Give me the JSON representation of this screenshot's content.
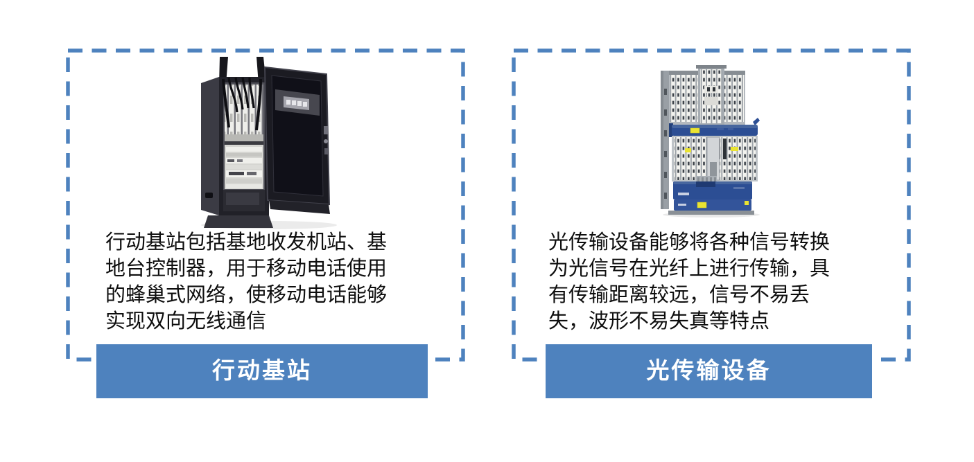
{
  "accent_color": "#4E82BE",
  "page": {
    "background": "#ffffff"
  },
  "panels": {
    "left": {
      "image": "mobile-base-station-cabinet",
      "description": "行动基站包括基地收发机站、基\n地台控制器，用于移动电话使用\n的蜂巢式网络，使移动电话能够\n实现双向无线通信",
      "label": "行动基站"
    },
    "right": {
      "image": "optical-transmission-equipment",
      "description": "光传输设备能够将各种信号转换\n为光信号在光纤上进行传输，具\n有传输距离较远，信号不易丢\n失，波形不易失真等特点",
      "label": "光传输设备"
    }
  }
}
